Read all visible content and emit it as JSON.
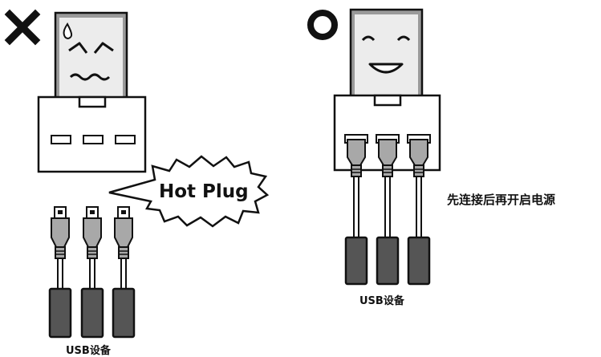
{
  "wrong_mark": "✕",
  "right_mark": "○",
  "left_panel": {
    "hot_plug_label": "Hot Plug",
    "device_label": "USB设备",
    "port_count": 3,
    "cable_count": 3
  },
  "right_panel": {
    "device_label": "USB设备",
    "instruction": "先连接后再开启电源",
    "port_count": 3,
    "cable_count": 3
  },
  "colors": {
    "outline": "#111111",
    "device_face": "#e8e8e8",
    "device_back": "#9a9a9a",
    "connector_grey": "#a8a8a8",
    "device_body": "#555555",
    "background": "#ffffff"
  }
}
